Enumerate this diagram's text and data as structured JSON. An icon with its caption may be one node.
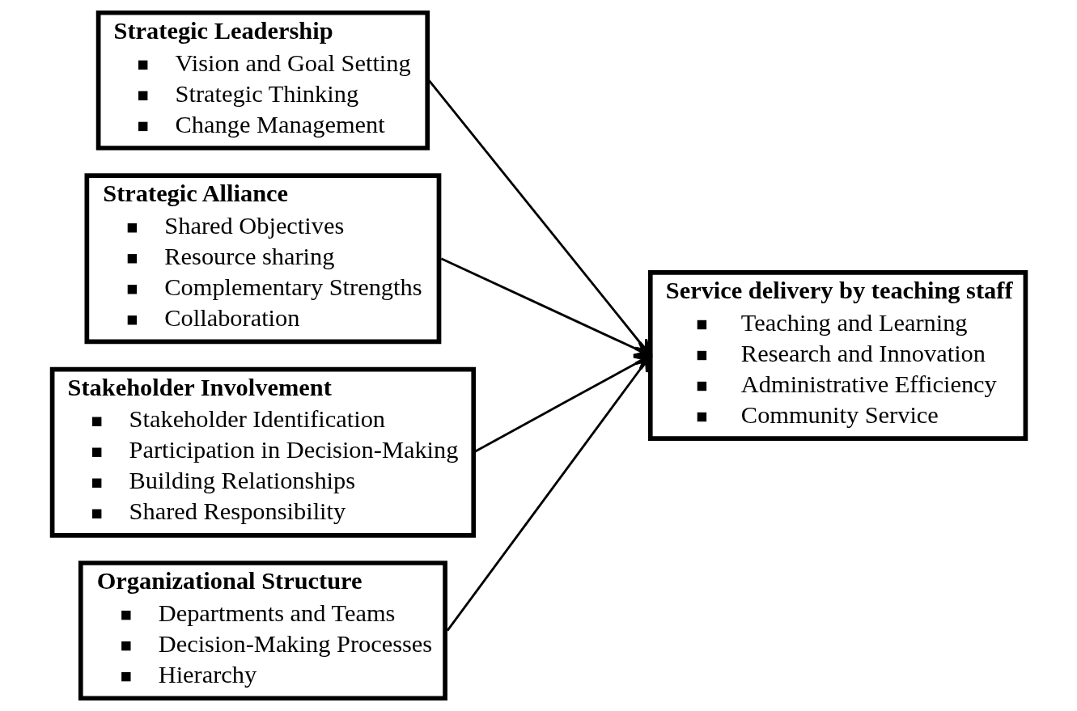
{
  "diagram": {
    "nodes": [
      {
        "text": [
          "Strategic Leadership",
          "Vision and Goal Setting",
          "Strategic Thinking",
          "Change Management"
        ]
      },
      {
        "text": [
          "Strategic Alliance",
          "Shared Objectives",
          "Resource sharing",
          "Complementary Strengths",
          "Collaboration"
        ]
      },
      {
        "text": [
          "Stakeholder Involvement",
          "Stakeholder Identification",
          "Participation in Decision-Making",
          "Building Relationships",
          "Shared Responsibility"
        ]
      },
      {
        "text": [
          "Organizational Structure",
          "Departments and Teams",
          "Decision-Making Processes",
          "Hierarchy"
        ]
      },
      {
        "text": [
          "Service delivery by teaching staff",
          "Teaching and Learning",
          "Research and Innovation",
          "Administrative Efficiency",
          "Community Service"
        ]
      }
    ],
    "edges": [
      {
        "from": 0,
        "to": 4,
        "arrow": "to"
      },
      {
        "from": 1,
        "to": 4,
        "arrow": "to"
      },
      {
        "from": 2,
        "to": 4,
        "arrow": "to"
      },
      {
        "from": 3,
        "to": 4,
        "arrow": "to"
      }
    ]
  }
}
